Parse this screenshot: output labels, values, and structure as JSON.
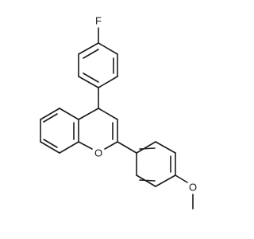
{
  "atoms": {
    "fluorine": "F",
    "ring_oxygen": "O",
    "methoxy_oxygen": "O"
  }
}
